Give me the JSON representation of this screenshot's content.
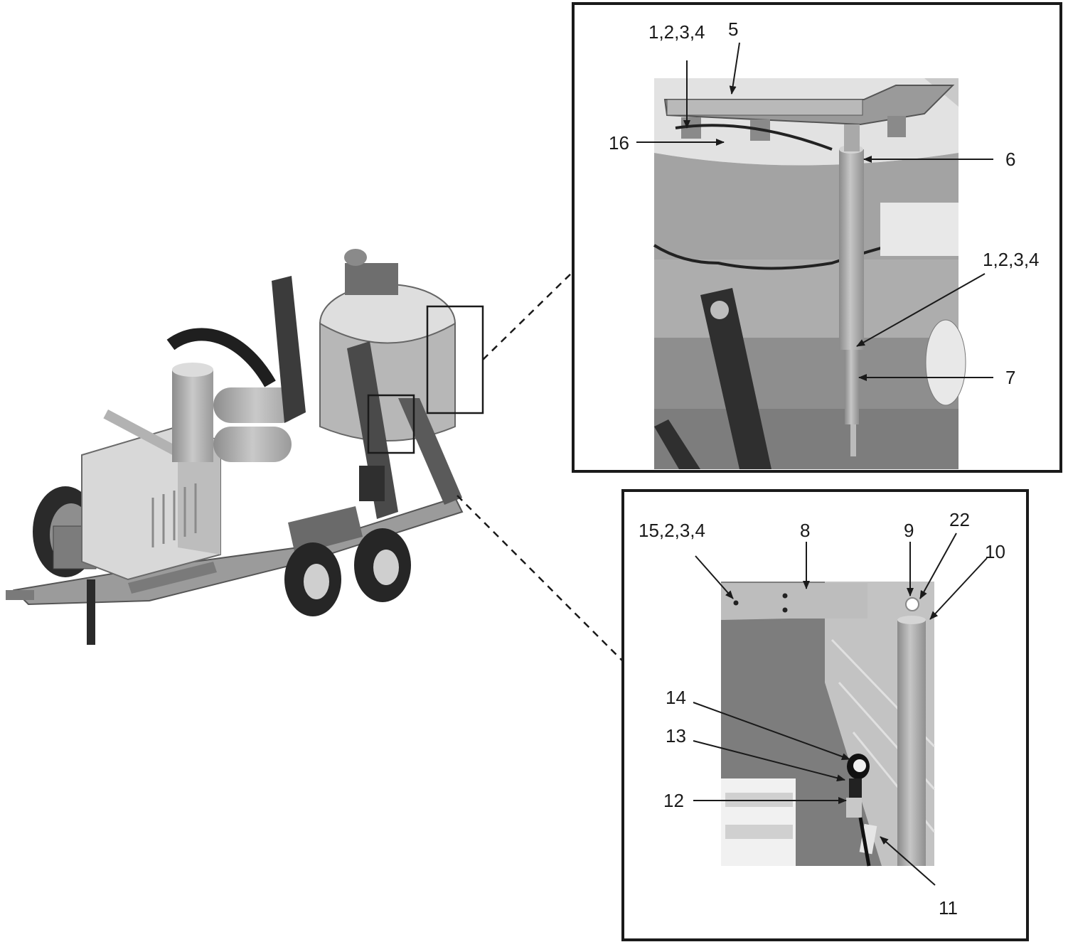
{
  "colors": {
    "frame": "#1a1a1a",
    "label": "#1a1a1a",
    "metal_light": "#d4d4d4",
    "metal_mid": "#a9a9a9",
    "metal_dark": "#6e6e6e",
    "steel_black": "#2a2a2a"
  },
  "top_detail": {
    "callouts": [
      {
        "id": "tl-1234a",
        "text": "1,2,3,4"
      },
      {
        "id": "tl-5",
        "text": "5"
      },
      {
        "id": "tl-16",
        "text": "16"
      },
      {
        "id": "tl-6",
        "text": "6"
      },
      {
        "id": "tl-1234b",
        "text": "1,2,3,4"
      },
      {
        "id": "tl-7",
        "text": "7"
      }
    ]
  },
  "bottom_detail": {
    "callouts": [
      {
        "id": "bl-15",
        "text": "15,2,3,4"
      },
      {
        "id": "bl-8",
        "text": "8"
      },
      {
        "id": "bl-9",
        "text": "9"
      },
      {
        "id": "bl-22",
        "text": "22"
      },
      {
        "id": "bl-10",
        "text": "10"
      },
      {
        "id": "bl-14",
        "text": "14"
      },
      {
        "id": "bl-13",
        "text": "13"
      },
      {
        "id": "bl-12",
        "text": "12"
      },
      {
        "id": "bl-11",
        "text": "11"
      }
    ]
  },
  "icons": {
    "machine": "sandblast-trailer-illustration",
    "detail_top": "hopper-lid-cylinder-photo",
    "detail_bottom": "valve-bracket-photo"
  }
}
